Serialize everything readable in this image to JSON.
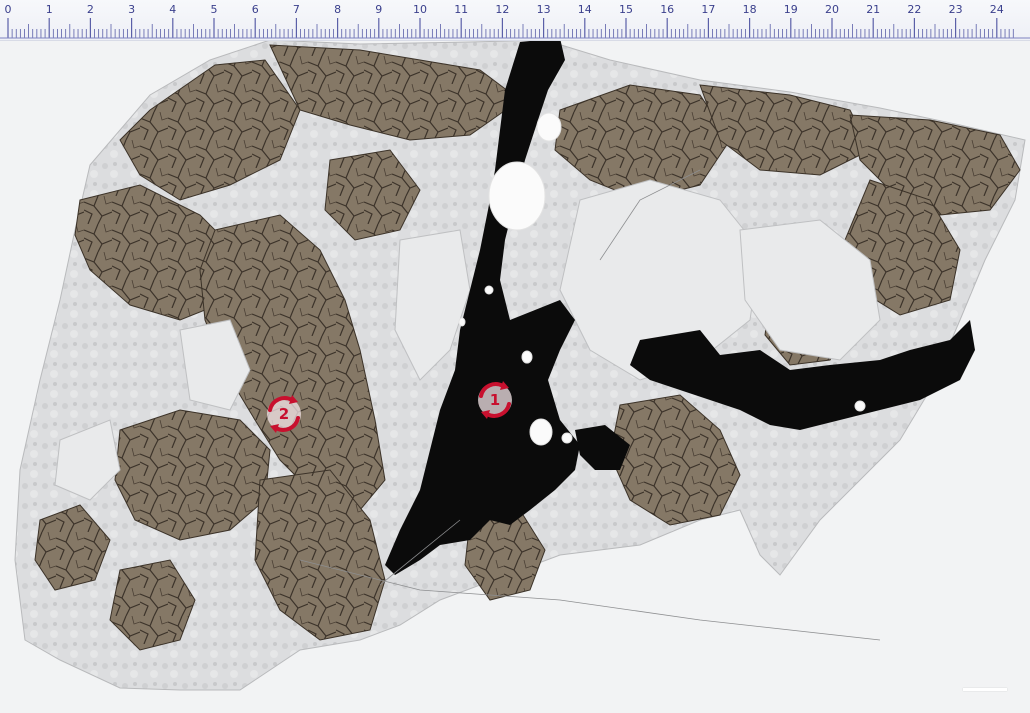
{
  "ruler": {
    "labels": [
      "0",
      "1",
      "2",
      "3",
      "4",
      "5",
      "6",
      "7",
      "8",
      "9",
      "10",
      "11",
      "12",
      "13",
      "14",
      "15",
      "16",
      "17",
      "18",
      "19",
      "20",
      "21",
      "22",
      "23",
      "24"
    ]
  },
  "markers": [
    {
      "id": "1",
      "label": "1"
    },
    {
      "id": "2",
      "label": "2"
    }
  ],
  "colors": {
    "ruler_text": "#3a3f8c",
    "marker_red": "#c8102e",
    "crystal_brown": "#7b6e5e",
    "opaque_black": "#0b0b0b",
    "matrix_gray": "#d9dadb"
  }
}
